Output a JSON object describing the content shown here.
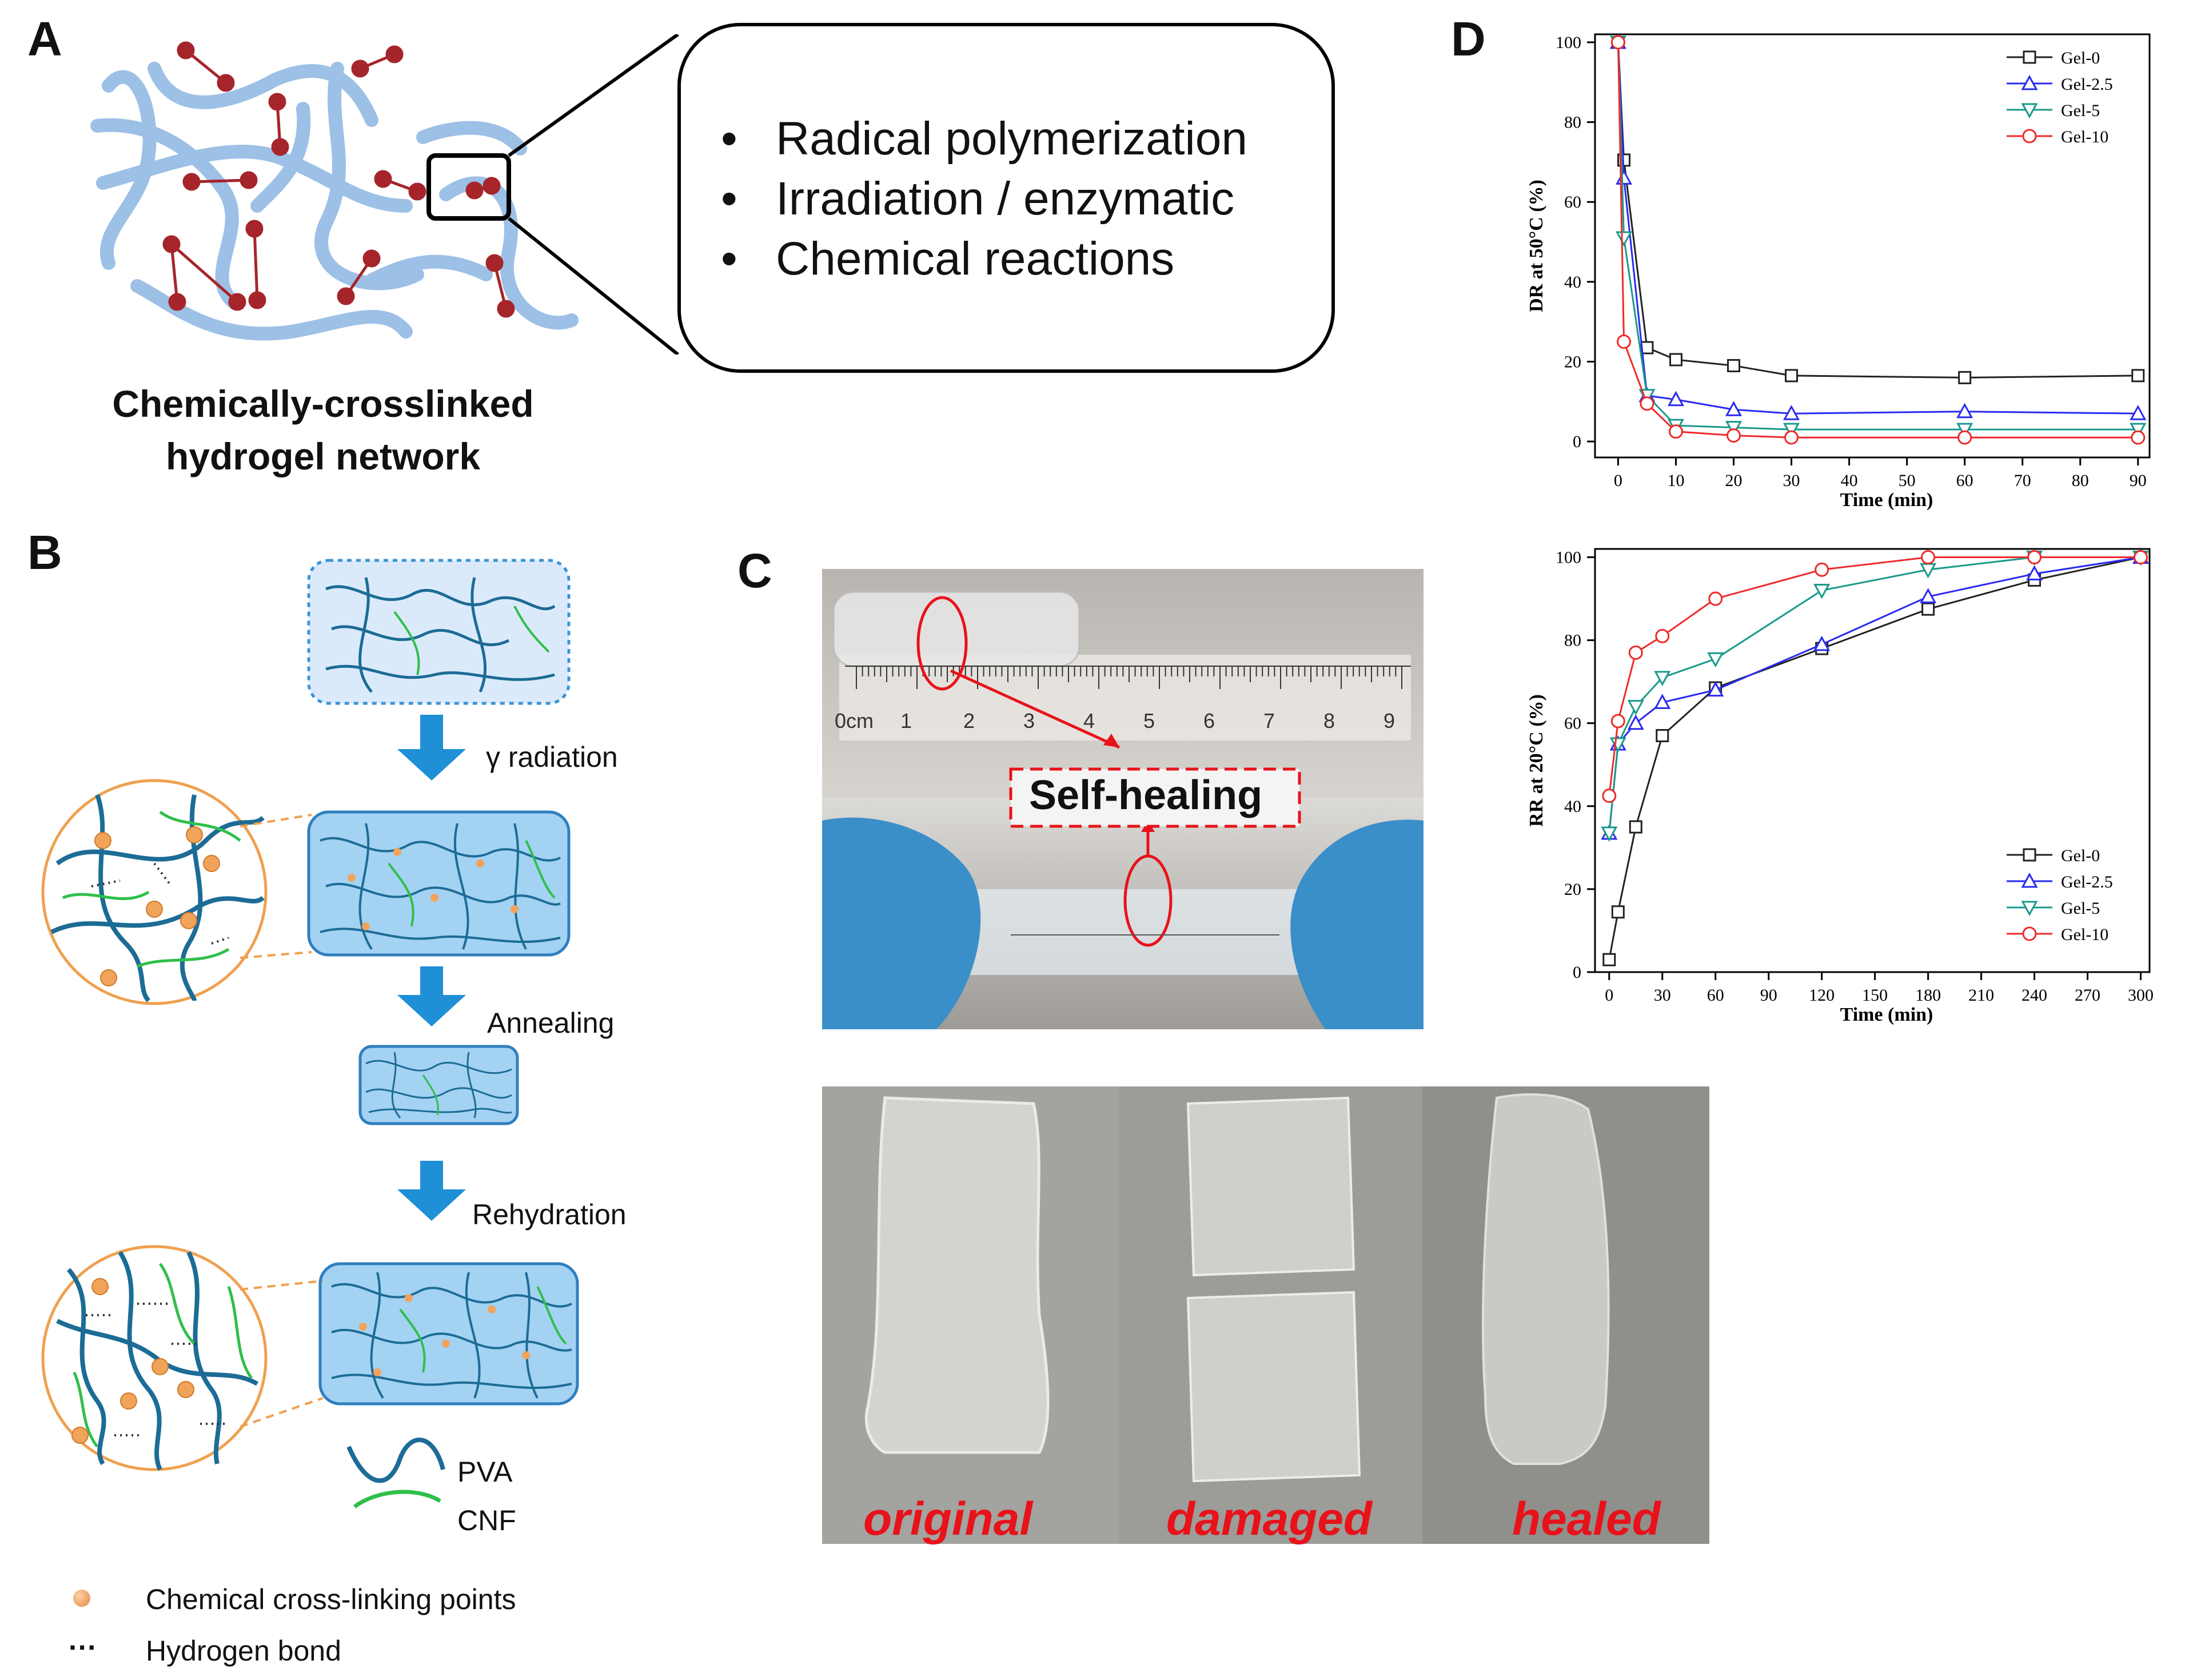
{
  "panels": {
    "a": {
      "letter": "A",
      "caption_line1": "Chemically-crosslinked",
      "caption_line2": "hydrogel network",
      "methods": [
        "Radical polymerization",
        "Irradiation / enzymatic",
        "Chemical reactions"
      ],
      "bullet_glyph": "•"
    },
    "b": {
      "letter": "B",
      "steps": [
        "γ radiation",
        "Annealing",
        "Rehydration"
      ],
      "legend": {
        "pva": "PVA",
        "cnf": "CNF",
        "crosslink": "Chemical cross-linking points",
        "hbond": "Hydrogen bond",
        "hbond_glyph": "···"
      }
    },
    "c": {
      "letter": "C",
      "self_healing": "Self-healing",
      "ruler_zero": "0cm",
      "ruler_numbers": [
        "1",
        "2",
        "3",
        "4",
        "5",
        "6",
        "7",
        "8",
        "9"
      ],
      "photo_labels": [
        "original",
        "damaged",
        "healed"
      ]
    },
    "d": {
      "letter": "D"
    }
  },
  "colors": {
    "gel0": "#222222",
    "gel25": "#2a2af0",
    "gel5": "#1a9a8a",
    "gel10": "#ee2a2a",
    "chain_blue": "#9dc0e6",
    "crosslink_red": "#a5252b",
    "pva_blue": "#1c6c96",
    "cnf_green": "#2fbf4a",
    "label_red": "#e8121a",
    "arrow_blue": "#1f8fd6"
  },
  "chart_data": [
    {
      "type": "line",
      "ylabel": "DR at 50°C (%)",
      "xlabel": "Time (min)",
      "xlim": [
        -4,
        92
      ],
      "ylim": [
        -4,
        102
      ],
      "xticks": [
        0,
        10,
        20,
        30,
        40,
        50,
        60,
        70,
        80,
        90
      ],
      "yticks": [
        0,
        20,
        40,
        60,
        80,
        100
      ],
      "legend_position": "top-right",
      "series": [
        {
          "name": "Gel-0",
          "marker": "square",
          "x": [
            0,
            1,
            5,
            10,
            20,
            30,
            60,
            90
          ],
          "y": [
            100,
            70.5,
            23.5,
            20.5,
            19,
            16.5,
            16,
            16.5
          ]
        },
        {
          "name": "Gel-2.5",
          "marker": "triangle-up",
          "x": [
            0,
            1,
            5,
            10,
            20,
            30,
            60,
            90
          ],
          "y": [
            100,
            66,
            11.5,
            10.5,
            8,
            7,
            7.5,
            7
          ]
        },
        {
          "name": "Gel-5",
          "marker": "triangle-down",
          "x": [
            0,
            1,
            5,
            10,
            20,
            30,
            60,
            90
          ],
          "y": [
            100,
            51,
            11.5,
            4,
            3.5,
            3,
            3,
            3
          ]
        },
        {
          "name": "Gel-10",
          "marker": "circle",
          "x": [
            0,
            1,
            5,
            10,
            20,
            30,
            60,
            90
          ],
          "y": [
            100,
            25,
            9.5,
            2.5,
            1.5,
            1,
            1,
            1
          ]
        }
      ]
    },
    {
      "type": "line",
      "ylabel": "RR at 20°C (%)",
      "xlabel": "Time (min)",
      "xlim": [
        -8,
        305
      ],
      "ylim": [
        0,
        102
      ],
      "xticks": [
        0,
        30,
        60,
        90,
        120,
        150,
        180,
        210,
        240,
        270,
        300
      ],
      "yticks": [
        0,
        20,
        40,
        60,
        80,
        100
      ],
      "legend_position": "bottom-right",
      "series": [
        {
          "name": "Gel-0",
          "marker": "square",
          "x": [
            0,
            5,
            15,
            30,
            60,
            120,
            180,
            240,
            300
          ],
          "y": [
            3,
            14.5,
            35,
            57,
            68.5,
            78,
            87.5,
            94.5,
            100
          ]
        },
        {
          "name": "Gel-2.5",
          "marker": "triangle-up",
          "x": [
            0,
            5,
            15,
            30,
            60,
            120,
            180,
            240,
            300
          ],
          "y": [
            33.5,
            55,
            60,
            65,
            68,
            79,
            90.5,
            96,
            100
          ]
        },
        {
          "name": "Gel-5",
          "marker": "triangle-down",
          "x": [
            0,
            5,
            15,
            30,
            60,
            120,
            180,
            240,
            300
          ],
          "y": [
            33.5,
            55,
            64,
            71,
            75.5,
            92,
            97,
            100,
            100
          ]
        },
        {
          "name": "Gel-10",
          "marker": "circle",
          "x": [
            0,
            5,
            15,
            30,
            60,
            120,
            180,
            240,
            300
          ],
          "y": [
            42.5,
            60.5,
            77,
            81,
            90,
            97,
            100,
            100,
            100
          ]
        }
      ]
    }
  ]
}
